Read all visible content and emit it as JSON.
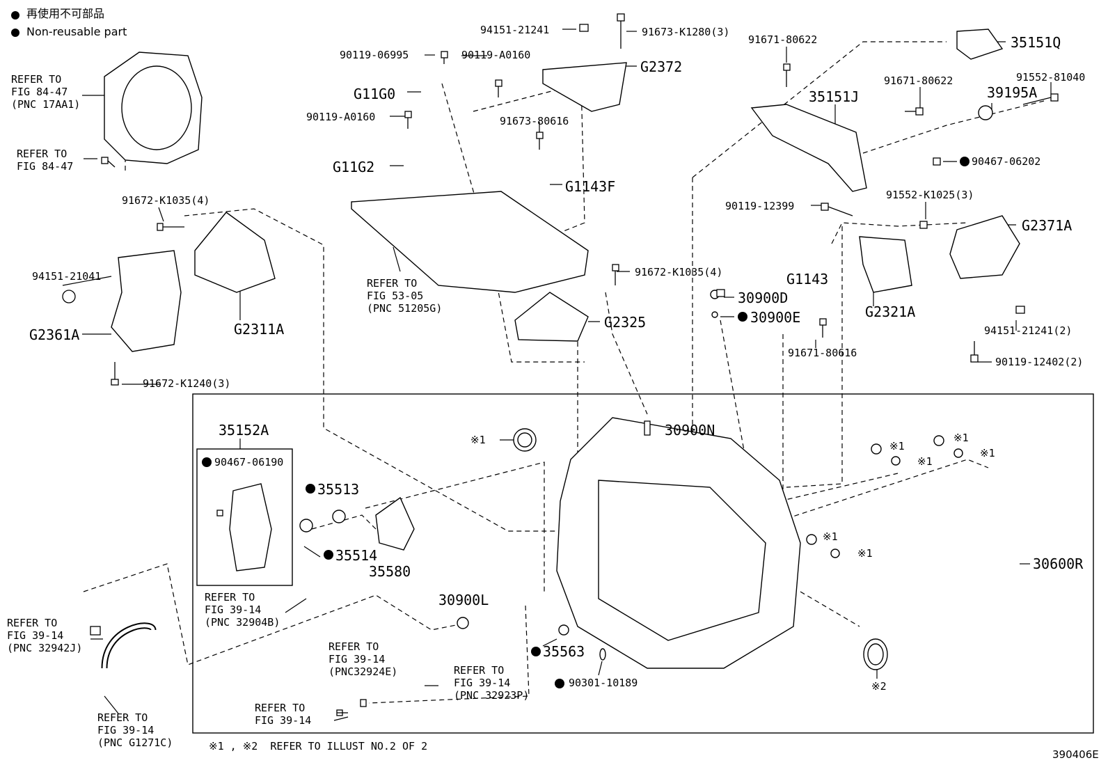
{
  "legend": {
    "line1": "再使用不可部品",
    "line2": "Non-reusable part"
  },
  "labels": {
    "refer_84_47_pnc": "REFER TO\nFIG 84-47\n(PNC 17AA1)",
    "refer_84_47": "REFER TO\nFIG 84-47",
    "p91672_K1035_4_a": "91672-K1035(4)",
    "p94151_21041": "94151-21041",
    "G2311A": "G2311A",
    "G2361A": "G2361A",
    "p91672_K1240_3": "91672-K1240(3)",
    "p90119_06995": "90119-06995",
    "p90119_A0160_a": "90119-A0160",
    "G11G0": "G11G0",
    "p90119_A0160_b": "90119-A0160",
    "G11G2": "G11G2",
    "p94151_21241": "94151-21241",
    "p91673_K1280_3": "91673-K1280(3)",
    "G2372": "G2372",
    "p91673_80616": "91673-80616",
    "G1143F": "G1143F",
    "refer_53_05": "REFER TO\nFIG 53-05\n(PNC 51205G)",
    "p91672_K1035_4_b": "91672-K1035(4)",
    "G2325": "G2325",
    "p91671_80622_a": "91671-80622",
    "p35151J": "35151J",
    "p35151Q": "35151Q",
    "p91671_80622_b": "91671-80622",
    "p39195A": "39195A",
    "p91552_81040": "91552-81040",
    "p90467_06202": "90467-06202",
    "p90119_12399": "90119-12399",
    "p91552_K1025_3": "91552-K1025(3)",
    "G2371A": "G2371A",
    "G1143": "G1143",
    "p30900D": "30900D",
    "p30900E": "30900E",
    "G2321A": "G2321A",
    "p91671_80616": "91671-80616",
    "p94151_21241_2": "94151-21241(2)",
    "p90119_12402_2": "90119-12402(2)",
    "p35152A": "35152A",
    "p90467_06190": "90467-06190",
    "p35513": "35513",
    "p35514": "35514",
    "p35580": "35580",
    "p30900N": "30900N",
    "note1_a": "※1",
    "note1_b": "※1",
    "note1_c": "※1",
    "note1_d": "※1",
    "note1_e": "※1",
    "note1_f": "※1",
    "note1_g": "※1",
    "note2": "※2",
    "p30600R": "30600R",
    "refer_39_14_32904B": "REFER TO\nFIG 39-14\n(PNC 32904B)",
    "p30900L": "30900L",
    "p35563": "35563",
    "p90301_10189": "90301-10189",
    "refer_39_14_32942J": "REFER TO\nFIG 39-14\n(PNC 32942J)",
    "refer_39_14_32924E": "REFER TO\nFIG 39-14\n(PNC32924E)",
    "refer_39_14_32923P": "REFER TO\nFIG 39-14\n(PNC 32923P)",
    "refer_39_14": "REFER TO\nFIG 39-14",
    "refer_39_14_G1271C": "REFER TO\nFIG 39-14\n(PNC G1271C)",
    "footnote": "※1 , ※2  REFER TO ILLUST NO.2 OF 2",
    "diagram_code": "390406E"
  }
}
